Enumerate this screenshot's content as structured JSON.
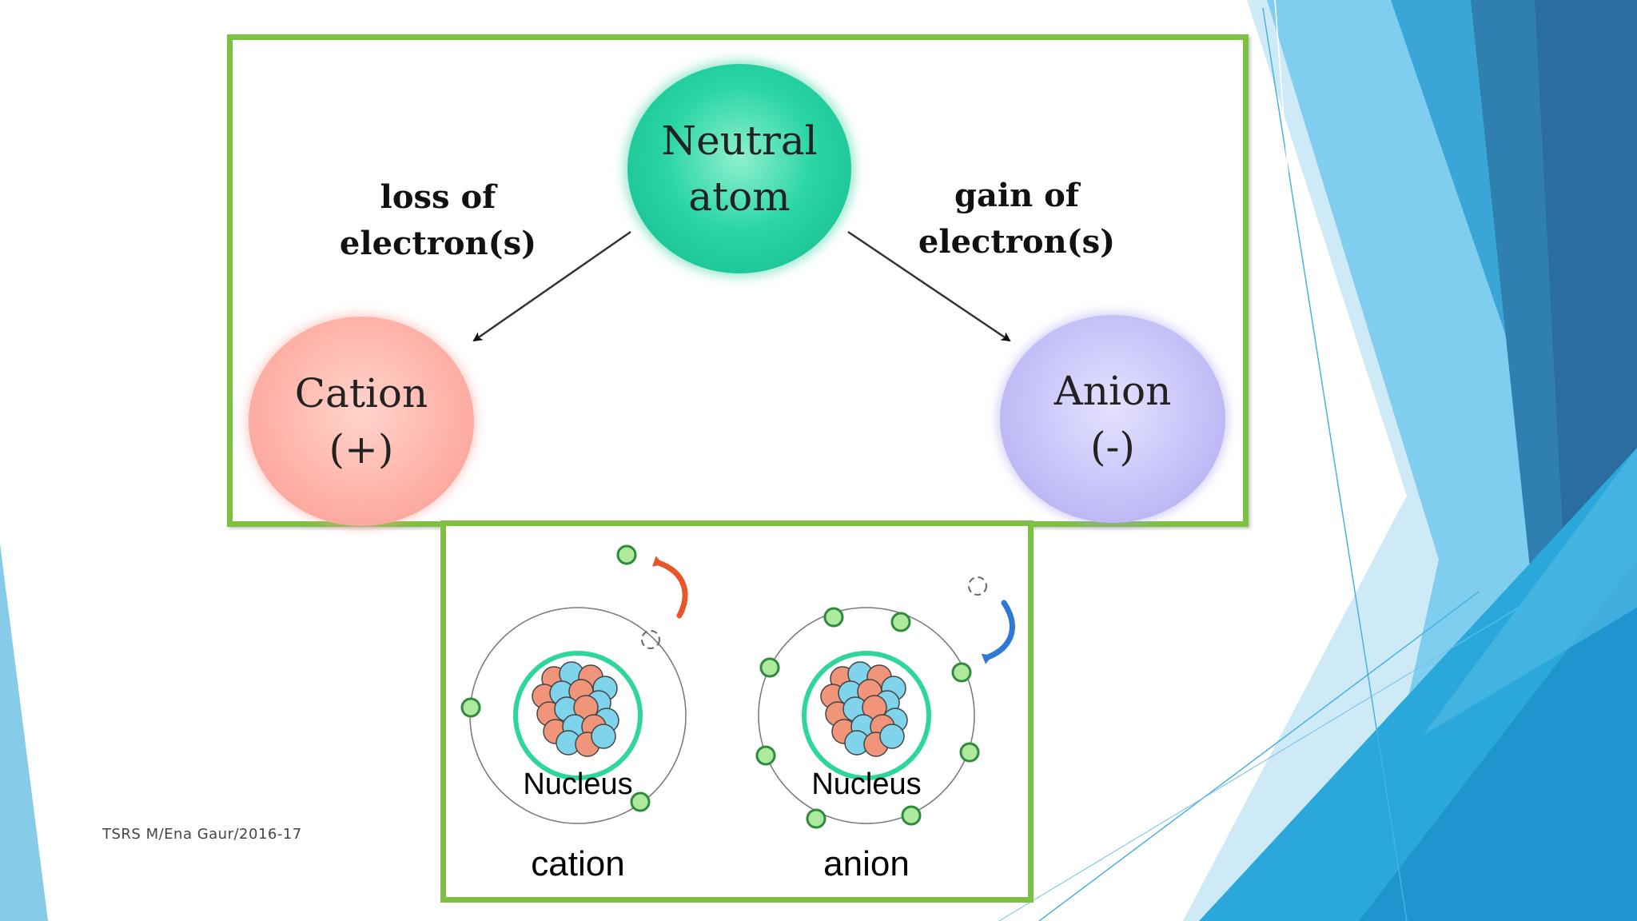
{
  "diagram": {
    "neutral": {
      "line1": "Neutral",
      "line2": "atom"
    },
    "cation": {
      "line1": "Cation",
      "line2": "(+)"
    },
    "anion": {
      "line1": "Anion",
      "line2": "(-)"
    },
    "loss_label": {
      "line1": "loss of",
      "line2": "electron(s)"
    },
    "gain_label": {
      "line1": "gain of",
      "line2": "electron(s)"
    }
  },
  "atoms": {
    "cation": {
      "nucleus_label": "Nucleus",
      "caption": "cation"
    },
    "anion": {
      "nucleus_label": "Nucleus",
      "caption": "anion"
    }
  },
  "footer": {
    "text": "TSRS M/Ena Gaur/2016-17"
  },
  "colors": {
    "frame": "#7cc142",
    "electron": "#aeea9e",
    "cation_arrow": "#e8552a",
    "anion_arrow": "#2e78d6",
    "proton": "#f0957a",
    "neutron": "#7fd3ea"
  }
}
